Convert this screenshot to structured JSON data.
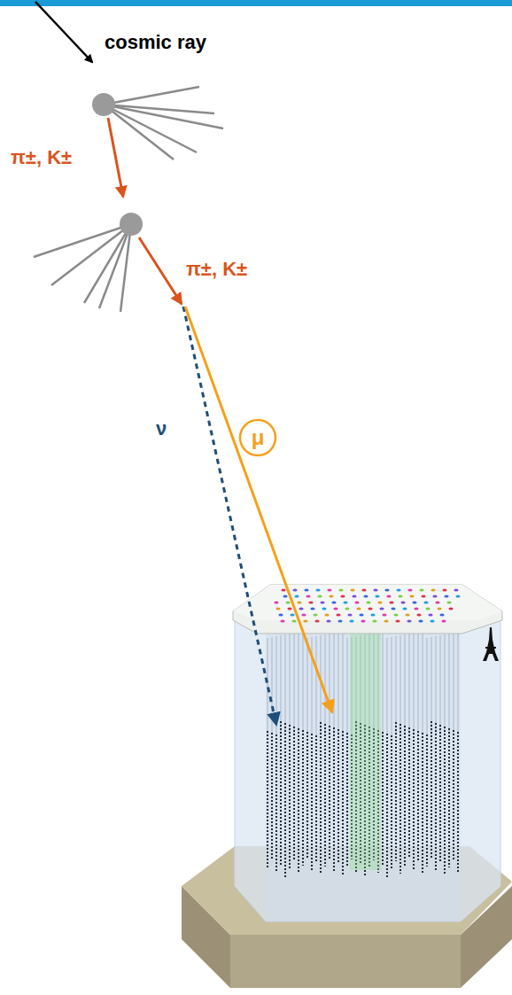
{
  "diagram": {
    "nodes": [
      {
        "text": [
          "μ"
        ]
      }
    ],
    "labels": [
      "cosmic ray",
      "π±, K±",
      "π±, K±",
      "ν"
    ]
  }
}
